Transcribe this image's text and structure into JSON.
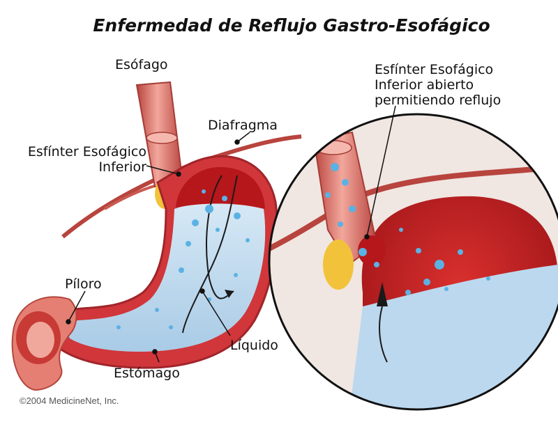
{
  "title": "Enfermedad de Reflujo Gastro-Esofágico",
  "labels": {
    "esofago": "Esófago",
    "diafragma": "Diafragma",
    "esfinter_line1": "Esfínter Esofágico",
    "esfinter_line2": "Inferior",
    "piloro": "Píloro",
    "liquido": "Líquido",
    "estomago": "Estómago",
    "zoom_line1": "Esfínter Esofágico",
    "zoom_line2": "Inferior abierto",
    "zoom_line3": "permitiendo reflujo"
  },
  "copyright": "©2004 MedicineNet, Inc.",
  "colors": {
    "tissue_red": "#c8262a",
    "tissue_dark": "#8e1418",
    "tissue_pink": "#e58a80",
    "liquid": "#b8d6ec",
    "bubble": "#5ab2e4",
    "fat": "#f2c23a"
  }
}
